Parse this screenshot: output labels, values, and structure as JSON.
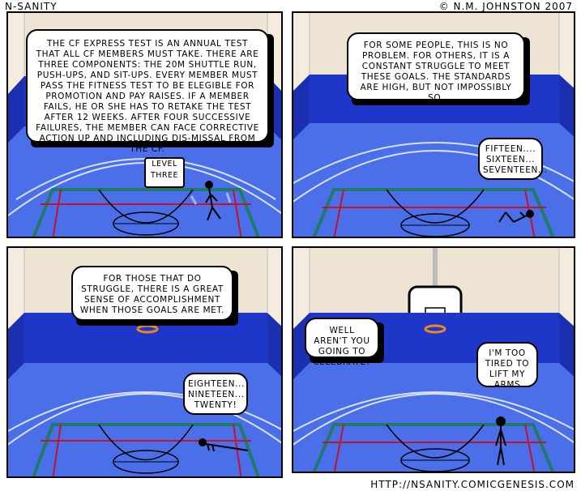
{
  "header": {
    "title": "N-SANITY",
    "copyright": "© N.M. JOHNSTON 2007"
  },
  "footer": {
    "url": "HTTP://NSANITY.COMICGENESIS.COM"
  },
  "panels": [
    {
      "caption": "THE CF EXPRESS TEST IS AN ANNUAL TEST THAT ALL CF MEMBERS MUST TAKE. THERE ARE THREE COMPONENTS: THE 20M SHUTTLE RUN, PUSH-UPS, AND SIT-UPS. EVERY MEMBER MUST PASS THE FITNESS TEST TO BE ELEGIBLE FOR PROMOTION AND PAY RAISES. IF A MEMBER FAILS, HE OR SHE HAS TO RETAKE THE TEST AFTER 12 WEEKS. AFTER FOUR SUCCESSIVE FAILURES, THE MEMBER CAN FACE CORRECTIVE ACTION UP AND INCLUDING DIS-MISSAL FROM THE CF.",
      "sign_line1": "LEVEL",
      "sign_line2": "THREE"
    },
    {
      "caption": "FOR SOME PEOPLE, THIS IS NO PROBLEM. FOR OTHERS, IT IS A CONSTANT STRUGGLE TO MEET THESE GOALS. THE STANDARDS ARE HIGH, BUT NOT IMPOSSIBLY SO.",
      "speech": "FIFTEEN.... SIXTEEN... SEVENTEEN..."
    },
    {
      "caption": "FOR THOSE THAT DO STRUGGLE, THERE IS A GREAT SENSE OF ACCOMPLISHMENT WHEN THOSE GOALS ARE MET.",
      "speech": "EIGHTEEN... NINETEEN... TWENTY!"
    },
    {
      "speech_left": "WELL AREN'T YOU GOING TO CELEBRATE?",
      "speech_right": "I'M TOO TIRED TO LIFT MY ARMS"
    }
  ],
  "colors": {
    "wall": "#f3ecdf",
    "wall_stripe": "#1e37c8",
    "floor": "#4a6fe8",
    "court_line": "#1f7a6a",
    "red_line": "#c4122a",
    "rim": "#e8881e"
  }
}
